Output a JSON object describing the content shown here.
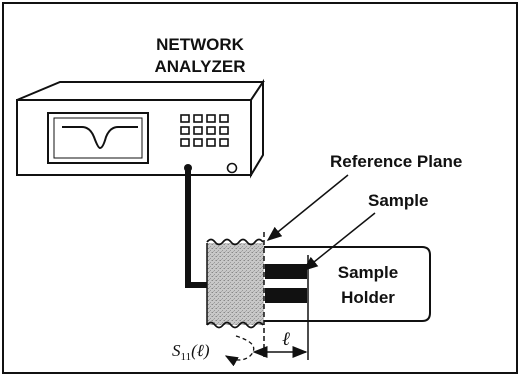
{
  "title_line1": "NETWORK",
  "title_line2": "ANALYZER",
  "labels": {
    "reference_plane": "Reference Plane",
    "sample": "Sample",
    "holder_line1": "Sample",
    "holder_line2": "Holder"
  },
  "math": {
    "s_symbol": "S",
    "s_subscript": "11",
    "s_argument": "(ℓ)",
    "length_symbol": "ℓ"
  },
  "icons": [
    "network-analyzer-icon",
    "keypad-icon",
    "display-trace-icon",
    "knob-icon"
  ],
  "colors": {
    "ink": "#111111",
    "background": "#ffffff"
  }
}
